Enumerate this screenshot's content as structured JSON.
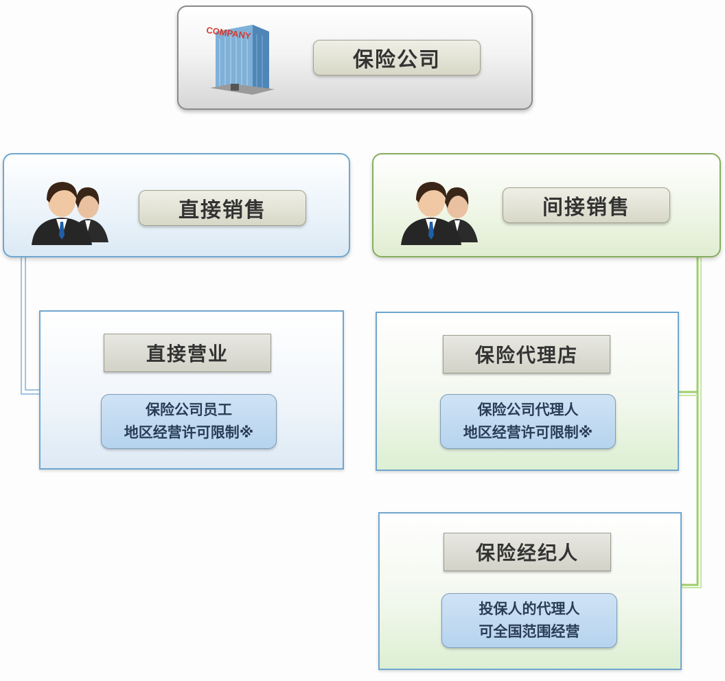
{
  "company": {
    "logo_text": "COMPANY",
    "label": "保险公司"
  },
  "channels": {
    "direct": {
      "label": "直接销售",
      "border_color": "#6fa6cf"
    },
    "indirect": {
      "label": "间接销售",
      "border_color": "#86ad5e"
    }
  },
  "cards": {
    "direct_business": {
      "title": "直接营业",
      "line1": "保险公司员工",
      "line2": "地区经营许可限制※"
    },
    "agency": {
      "title": "保险代理店",
      "line1": "保险公司代理人",
      "line2": "地区经营许可限制※"
    },
    "broker": {
      "title": "保险经纪人",
      "line1": "投保人的代理人",
      "line2": "可全国范围经营"
    }
  },
  "connectors": {
    "direct_color": "#9fc3e2",
    "indirect_color": "#9ccf6a"
  },
  "icons": {
    "company": "office-building-icon",
    "people": "business-people-icon"
  }
}
